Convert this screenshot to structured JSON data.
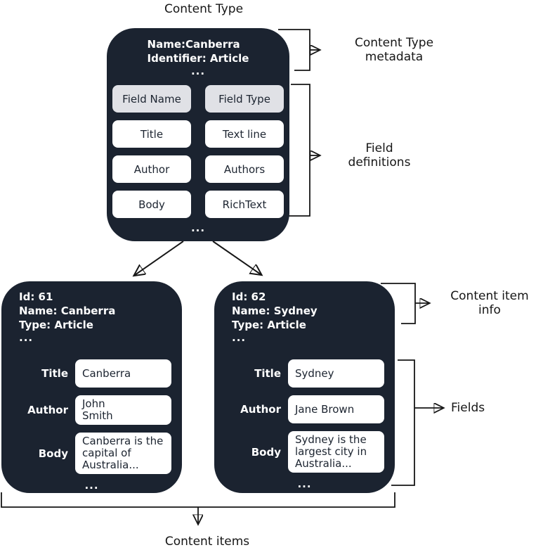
{
  "title": "Content Type",
  "colors": {
    "box_dark": "#1b2330",
    "header_cell": "#e0e1e6",
    "cell_white": "#ffffff",
    "line": "#161616",
    "text_light": "#ffffff",
    "text_dark": "#1c2430",
    "background": "#ffffff"
  },
  "content_type": {
    "name_line": "Name:Canberra",
    "identifier_line": "Identifier: Article",
    "ellipsis": "...",
    "columns": [
      "Field Name",
      "Field Type"
    ],
    "rows": [
      [
        "Title",
        "Text line"
      ],
      [
        "Author",
        "Authors"
      ],
      [
        "Body",
        "RichText"
      ]
    ],
    "footer_ellipsis": "..."
  },
  "items": [
    {
      "id_line": "Id: 61",
      "name_line": "Name: Canberra",
      "type_line": "Type: Article",
      "ellipsis": "...",
      "fields": [
        {
          "label": "Title",
          "value": "Canberra"
        },
        {
          "label": "Author",
          "value": "John\nSmith"
        },
        {
          "label": "Body",
          "value": "Canberra is the capital of Australia..."
        }
      ],
      "footer_ellipsis": "..."
    },
    {
      "id_line": "Id: 62",
      "name_line": "Name: Sydney",
      "type_line": "Type: Article",
      "ellipsis": "...",
      "fields": [
        {
          "label": "Title",
          "value": "Sydney"
        },
        {
          "label": "Author",
          "value": "Jane Brown"
        },
        {
          "label": "Body",
          "value": "Sydney is the largest city in Australia..."
        }
      ],
      "footer_ellipsis": "..."
    }
  ],
  "annotations": {
    "content_type_metadata": "Content Type metadata",
    "field_definitions": "Field definitions",
    "content_item_info": "Content item info",
    "fields": "Fields",
    "content_items": "Content items"
  }
}
